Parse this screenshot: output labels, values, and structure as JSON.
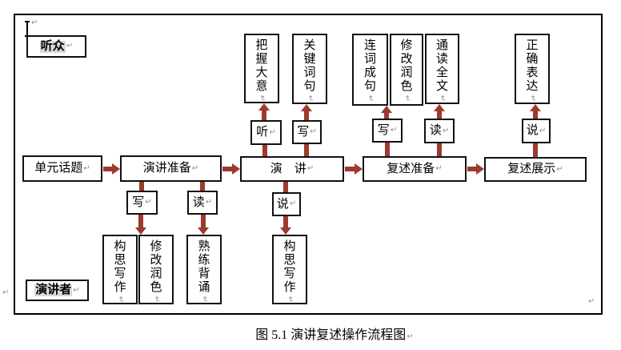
{
  "colors": {
    "arrow": "#9c3a2c",
    "box_border": "#111111",
    "role_highlight": "#d9d9d9",
    "mark": "#8e8e8e"
  },
  "marks": {
    "paragraph": "↵"
  },
  "roles": {
    "audience": "听众",
    "speaker": "演讲者"
  },
  "main_flow": {
    "unit_topic": "单元话题",
    "speech_prep": "演讲准备",
    "speech": "演　讲",
    "retell_prep": "复述准备",
    "retell_show": "复述展示"
  },
  "skills": {
    "listen": "听",
    "write": "写",
    "read": "读",
    "speak": "说"
  },
  "listener_outputs": {
    "grasp_main_idea": "把握大意",
    "key_words": "关键词句",
    "connect_words": "连词成句",
    "revise_polish": "修改润色",
    "read_through": "通读全文",
    "correct_expression": "正确表达"
  },
  "speaker_outputs": {
    "conceive_writing": "构思写作",
    "revise_polish": "修改润色",
    "recite": "熟练背诵",
    "conceive_writing_speech": "构思写作"
  },
  "caption": {
    "text": "图 5.1 演讲复述操作流程图"
  }
}
